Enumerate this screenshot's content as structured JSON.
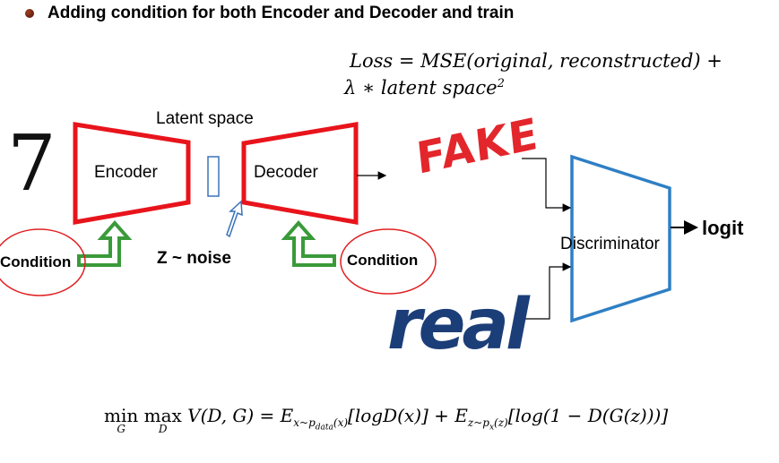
{
  "title": "Adding condition for both Encoder and Decoder and train",
  "loss": {
    "line1": "Loss = MSE(original, reconstructed) +",
    "line2": "λ ∗ latent space",
    "exponent": "2"
  },
  "latent_label": "Latent space",
  "encoder_label": "Encoder",
  "decoder_label": "Decoder",
  "noise_label": "Z ~ noise",
  "condition_left": "Condition",
  "condition_right": "Condition",
  "fake_label": "FAKE",
  "real_label": "real",
  "discriminator_label": "Discriminator",
  "logit_label": "logit",
  "digit": "7",
  "objective": {
    "min": "min",
    "min_sub": "G",
    "max": "max",
    "max_sub": "D",
    "v": "V(D, G) = E",
    "sub1": "x~p",
    "sub1b": "data",
    "sub1c": "(x)",
    "term1": "[logD(x)] + E",
    "sub2": "z~p",
    "sub2b": "x",
    "sub2c": "(z)",
    "term2": "[log(1 − D(G(z)))]"
  },
  "colors": {
    "encoder_decoder": "#e8141c",
    "condition_arrow": "#3a9a3a",
    "discriminator": "#2e7fc4",
    "ellipse": "#e02020",
    "noise_arrow": "#3b73b9",
    "fake": "#e3262b",
    "real": "#1b3e78"
  }
}
